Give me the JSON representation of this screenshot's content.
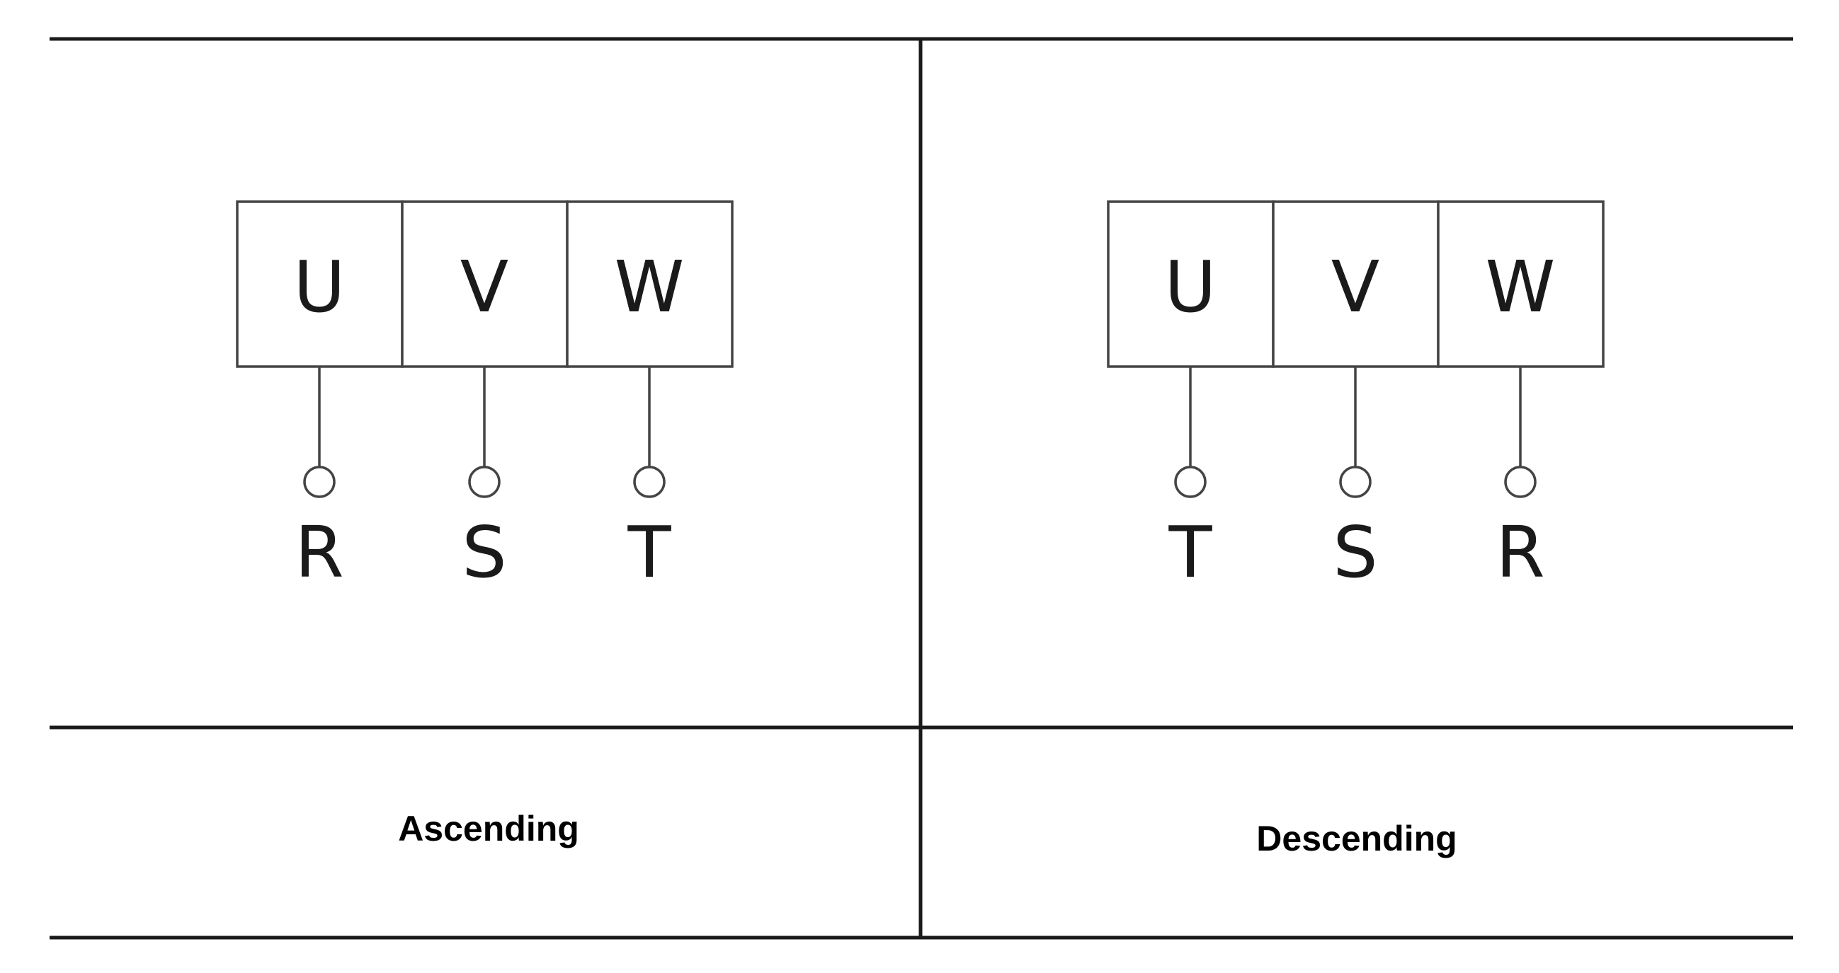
{
  "panels": [
    {
      "caption": "Ascending",
      "terminals": [
        "U",
        "V",
        "W"
      ],
      "phases": [
        "R",
        "S",
        "T"
      ]
    },
    {
      "caption": "Descending",
      "terminals": [
        "U",
        "V",
        "W"
      ],
      "phases": [
        "T",
        "S",
        "R"
      ]
    }
  ]
}
